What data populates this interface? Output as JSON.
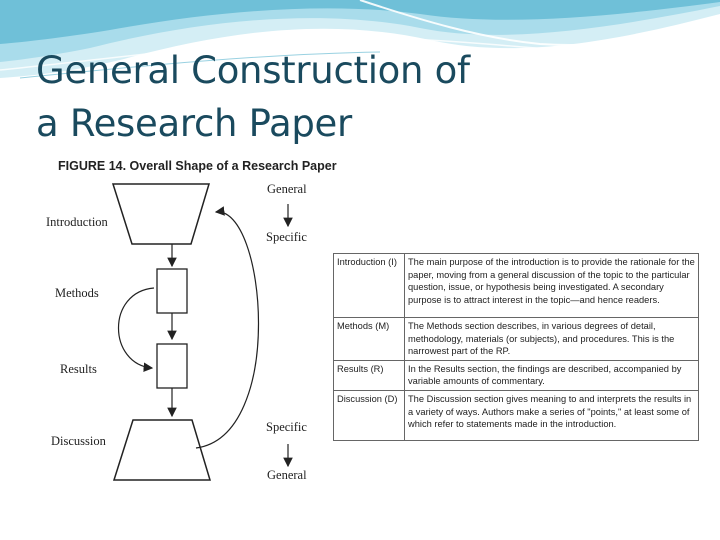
{
  "slide": {
    "title_line1": "General Construction of",
    "title_line2": "a Research Paper"
  },
  "figure": {
    "caption": "FIGURE 14. Overall Shape of a Research Paper",
    "labels": {
      "introduction": "Introduction",
      "methods": "Methods",
      "results": "Results",
      "discussion": "Discussion",
      "general_top": "General",
      "specific_top": "Specific",
      "specific_bottom": "Specific",
      "general_bottom": "General"
    }
  },
  "sections_table": {
    "rows": [
      {
        "section": "Introduction (I)",
        "description": "The main purpose of the introduction is to provide the rationale for the paper, moving from a general discussion of the topic to the particular question, issue, or hypothesis being investigated. A secondary purpose is to attract interest in the topic—and hence readers."
      },
      {
        "section": "Methods (M)",
        "description": "The Methods section describes, in various degrees of detail, methodology, materials (or subjects), and procedures. This is the narrowest part of the RP."
      },
      {
        "section": "Results (R)",
        "description": "In the Results section, the findings are described, accompanied by variable amounts of commentary."
      },
      {
        "section": "Discussion (D)",
        "description": "The Discussion section gives meaning to and interprets the results in a variety of ways. Authors make a series of \"points,\" at least some of which refer to statements made in the introduction."
      }
    ]
  },
  "colors": {
    "title": "#1a4a5e",
    "wave_light": "#bfe3ee",
    "wave_mid": "#7fc6da",
    "wave_dark": "#3d9cb8"
  }
}
